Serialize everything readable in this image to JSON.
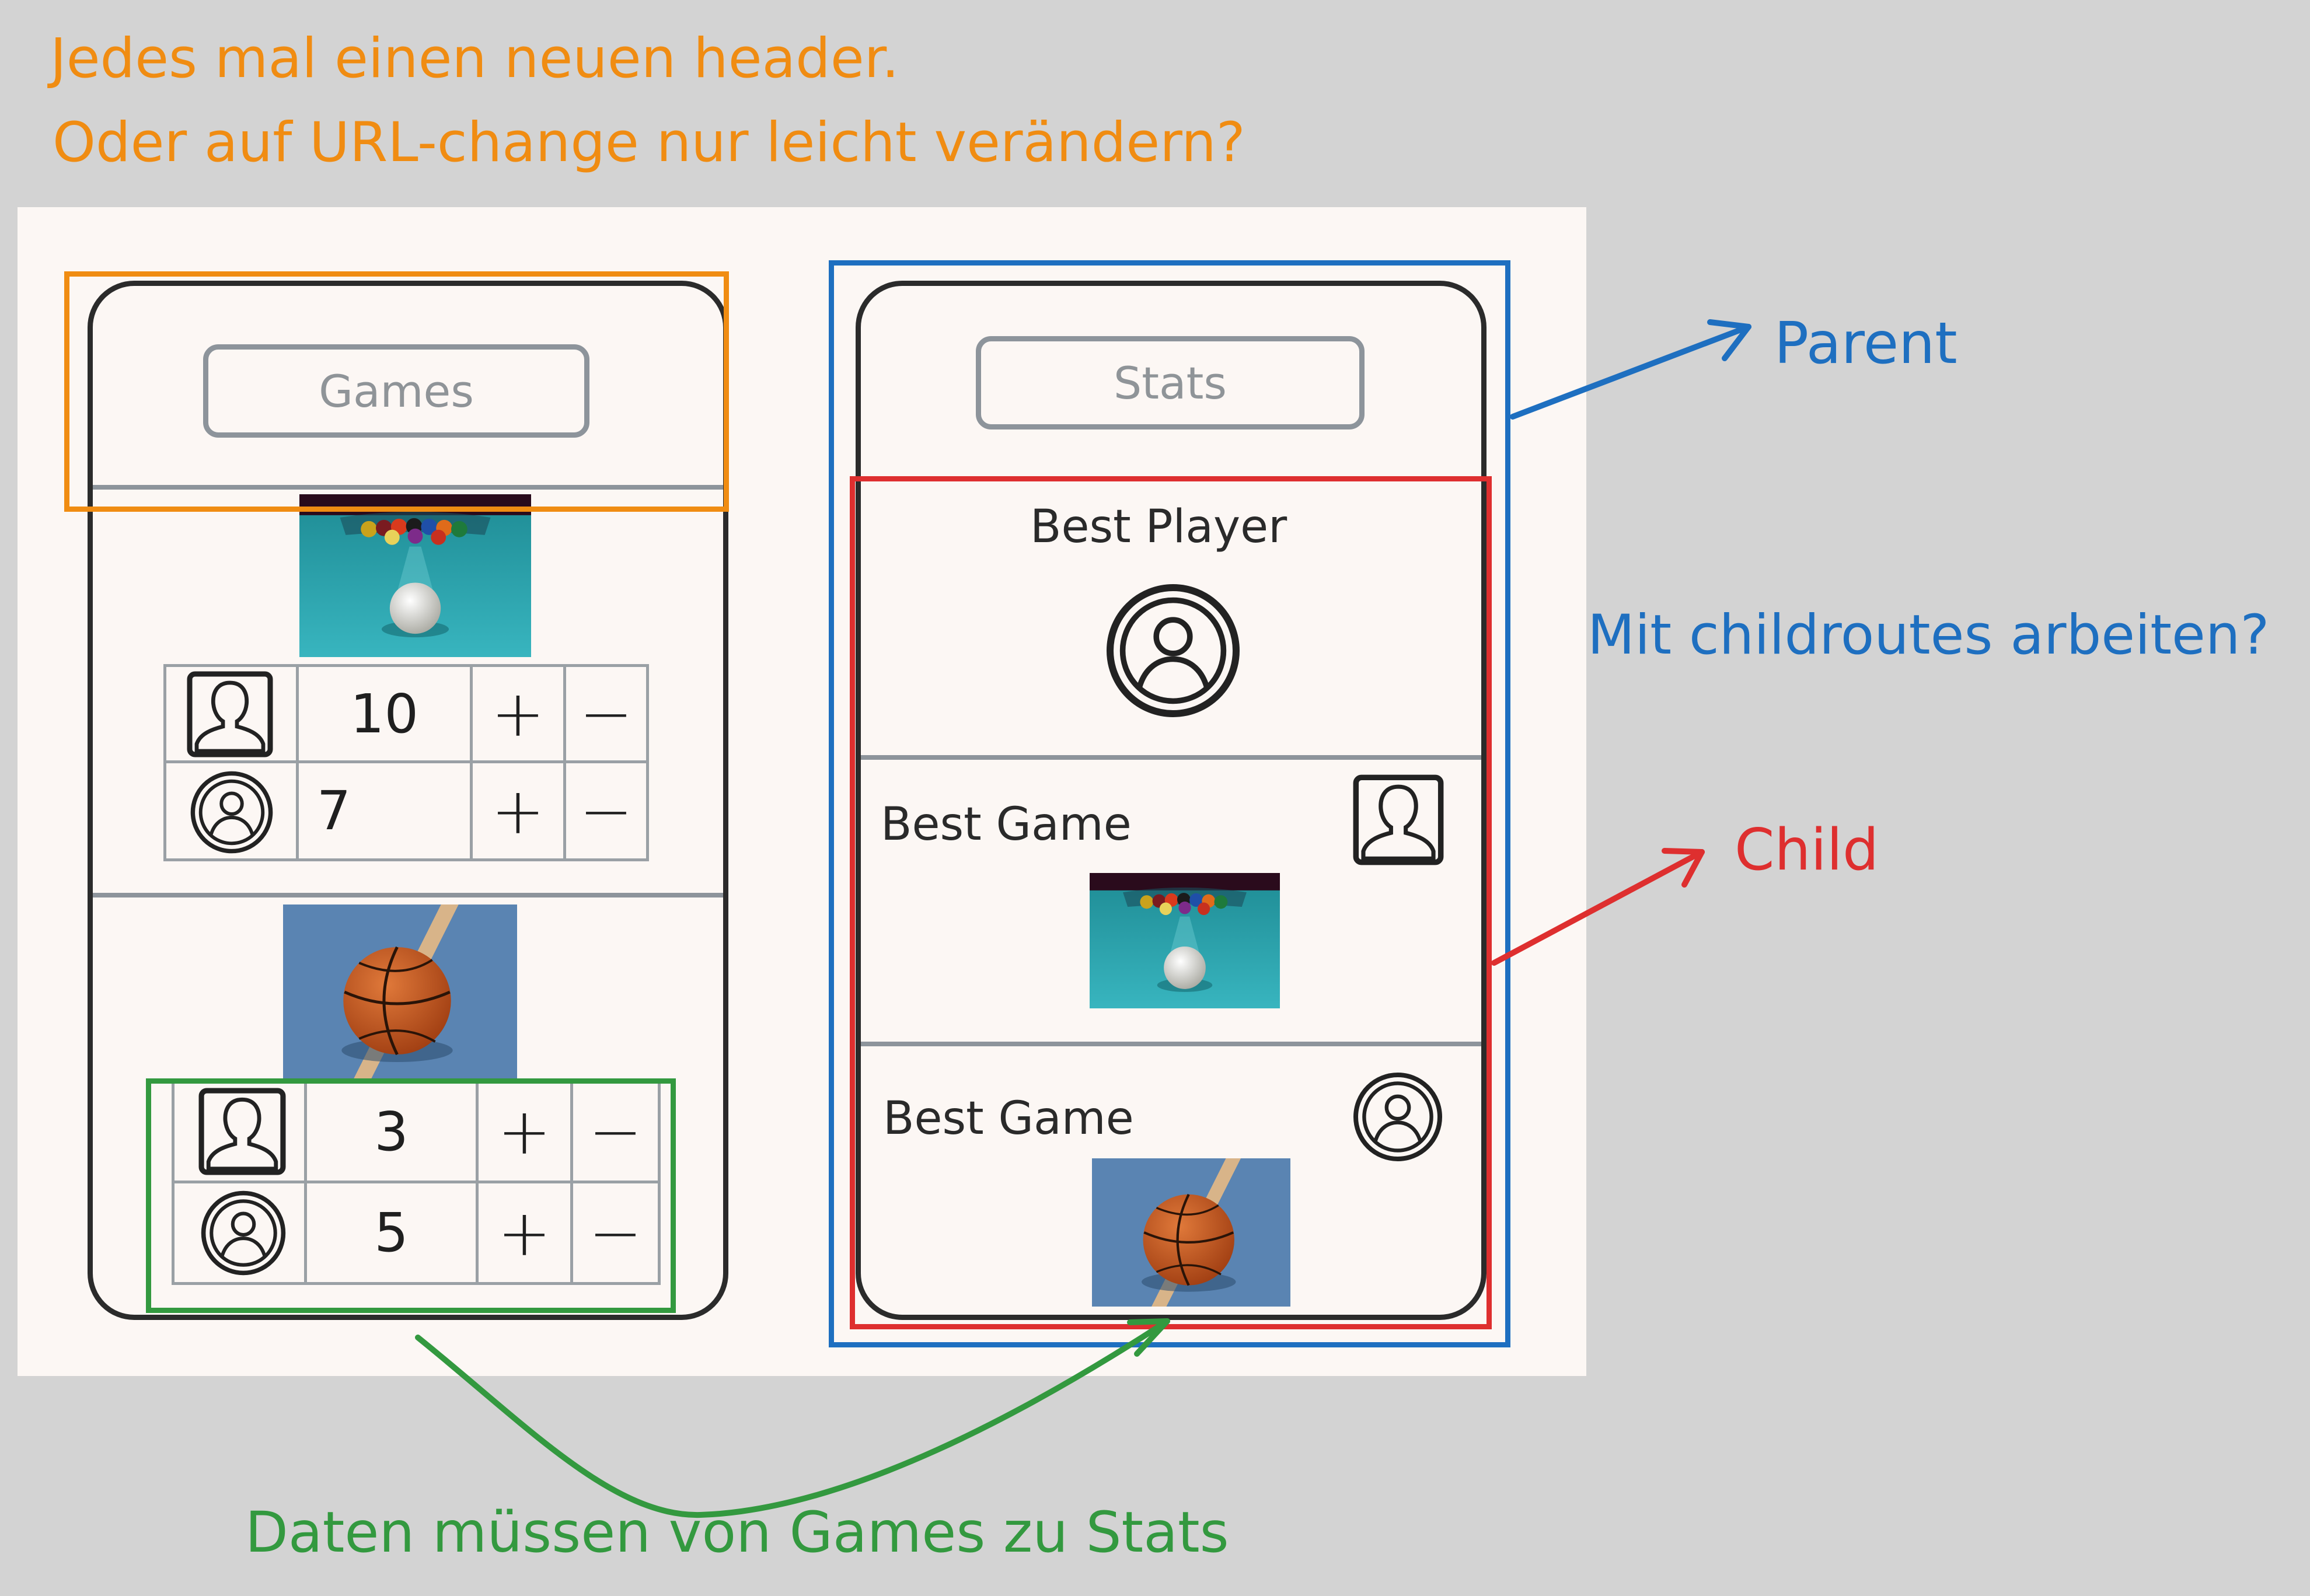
{
  "notes": {
    "header_line1": "Jedes mal einen neuen header.",
    "header_line2": "Oder auf URL-change nur leicht verändern?",
    "parent": "Parent",
    "childroutes": "Mit childroutes arbeiten?",
    "child": "Child",
    "data_flow": "Daten müssen von Games zu Stats"
  },
  "games_screen": {
    "header_label": "Games",
    "cards": [
      {
        "image": "billiards-photo",
        "rows": [
          {
            "icon": "person-outline-icon",
            "score": "10",
            "plus": "+",
            "minus": "−"
          },
          {
            "icon": "person-circle-icon",
            "score": "7",
            "plus": "+",
            "minus": "−"
          }
        ]
      },
      {
        "image": "basketball-photo",
        "rows": [
          {
            "icon": "person-outline-icon",
            "score": "3",
            "plus": "+",
            "minus": "−"
          },
          {
            "icon": "person-circle-icon",
            "score": "5",
            "plus": "+",
            "minus": "−"
          }
        ]
      }
    ]
  },
  "stats_screen": {
    "header_label": "Stats",
    "best_player_title": "Best Player",
    "best_game_1_title": "Best Game",
    "best_game_2_title": "Best Game"
  },
  "colors": {
    "orange": "#f08c12",
    "blue": "#1e6fc0",
    "red": "#de2f2f",
    "green": "#33993f"
  }
}
